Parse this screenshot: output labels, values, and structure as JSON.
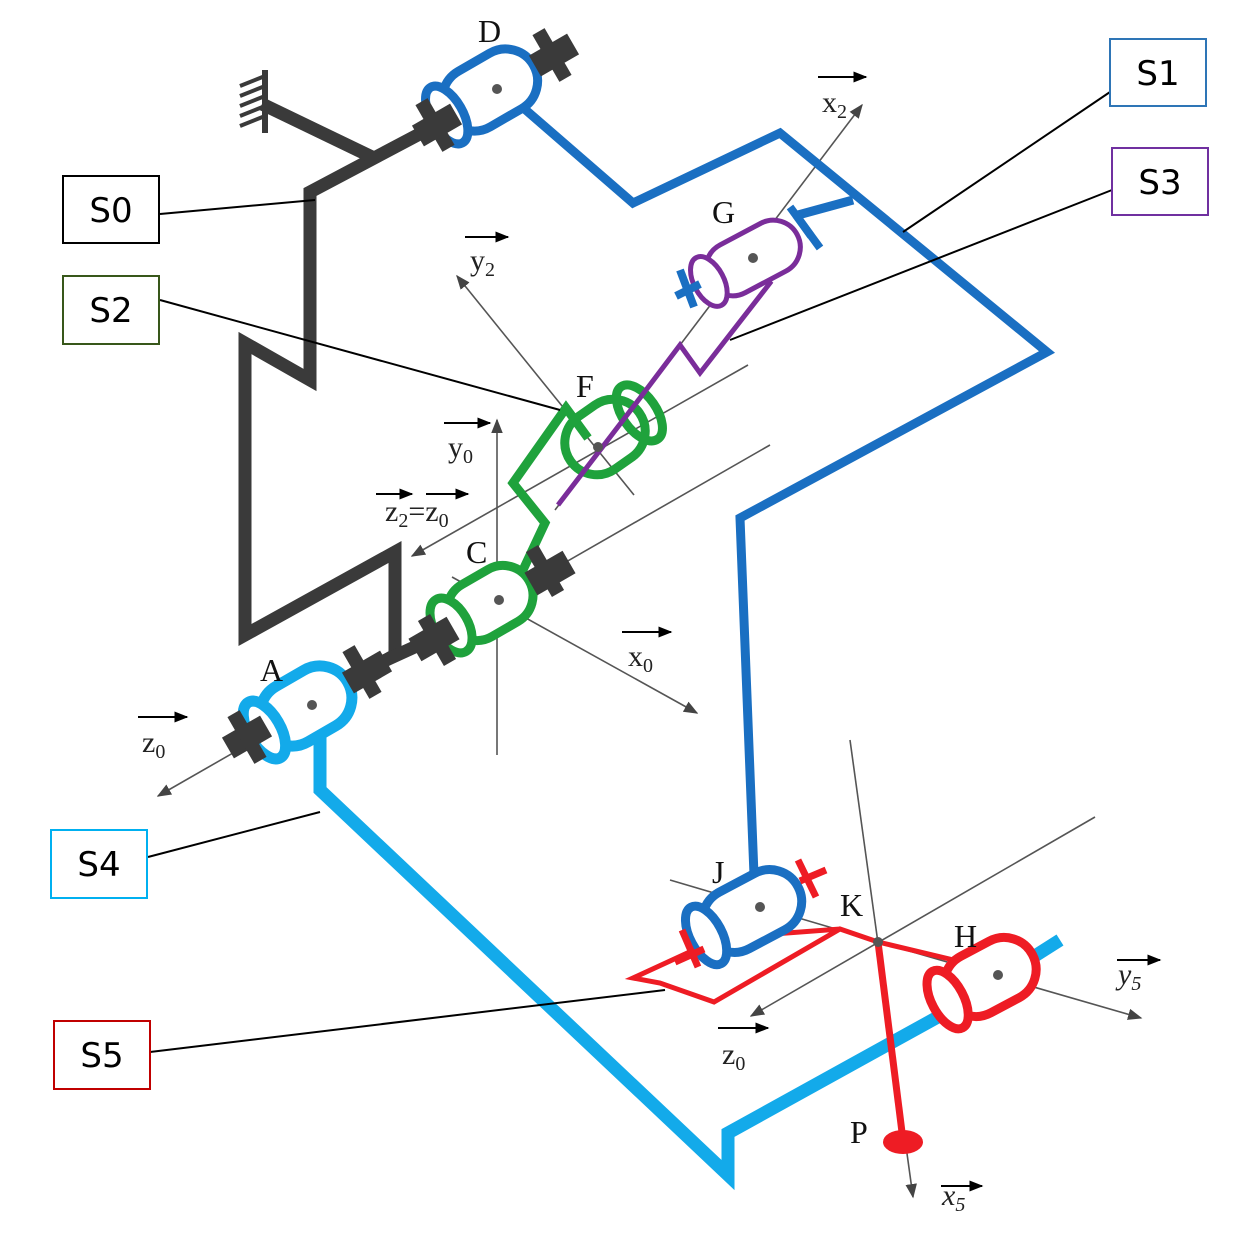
{
  "labels": {
    "S0": "S0",
    "S1": "S1",
    "S2": "S2",
    "S3": "S3",
    "S4": "S4",
    "S5": "S5"
  },
  "points": {
    "A": "A",
    "C": "C",
    "D": "D",
    "F": "F",
    "G": "G",
    "H": "H",
    "J": "J",
    "K": "K",
    "P": "P"
  },
  "axes": {
    "x2": "x",
    "x2_sub": "2",
    "y2": "y",
    "y2_sub": "2",
    "y0": "y",
    "y0_sub": "0",
    "z2z0_a": "z",
    "z2z0_a_sub": "2",
    "z2z0_eq": "=z",
    "z2z0_b_sub": "0",
    "x0": "x",
    "x0_sub": "0",
    "z0_left": "z",
    "z0_left_sub": "0",
    "z0_bottom": "z",
    "z0_bottom_sub": "0",
    "y5": "y",
    "y5_sub": "5",
    "x5": "x",
    "x5_sub": "5"
  },
  "colors": {
    "S0": "#3a3a3a",
    "S1": "#1a6fc2",
    "S2": "#1fa23c",
    "S3": "#7a2d9a",
    "S4": "#13aaea",
    "S5": "#ee1c24",
    "box_S0": "#000000",
    "box_S1": "#2e75b6",
    "box_S2": "#38571a",
    "box_S3": "#7030a0",
    "box_S4": "#00b0f0",
    "box_S5": "#c00000"
  }
}
